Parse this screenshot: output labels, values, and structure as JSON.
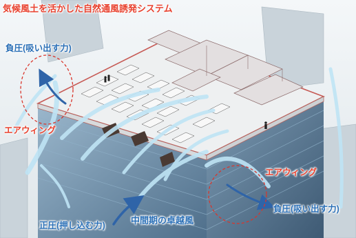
{
  "title": "気候風土を活かした自然通風誘発システム",
  "labels": {
    "negative_pressure_1": "負圧(吸い出す力)",
    "air_wing_1": "エアウィング",
    "air_wing_2": "エアウィング",
    "negative_pressure_2": "負圧(吸い出す力)",
    "positive_pressure": "正圧(押し込む力)",
    "prevailing_wind": "中間期の卓越風"
  },
  "colors": {
    "title": "#e8412e",
    "red_label": "#e8412e",
    "blue_label": "#2a6fb6",
    "wind_arrow": "#2f64a8",
    "airflow_light": "#bfe4f5",
    "air_wing_ring": "#d9352b"
  }
}
